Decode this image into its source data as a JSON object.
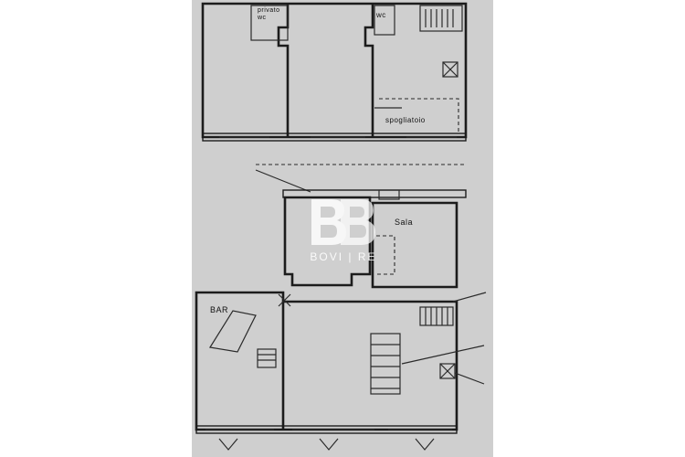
{
  "rooms": {
    "privato_wc": "privato\nwc",
    "wc": "wc",
    "spogliatoio": "spogliatoio",
    "sala": "Sala",
    "bar": "BAR"
  },
  "watermark": {
    "brand": "BOVI | RE",
    "mark": "BB"
  }
}
